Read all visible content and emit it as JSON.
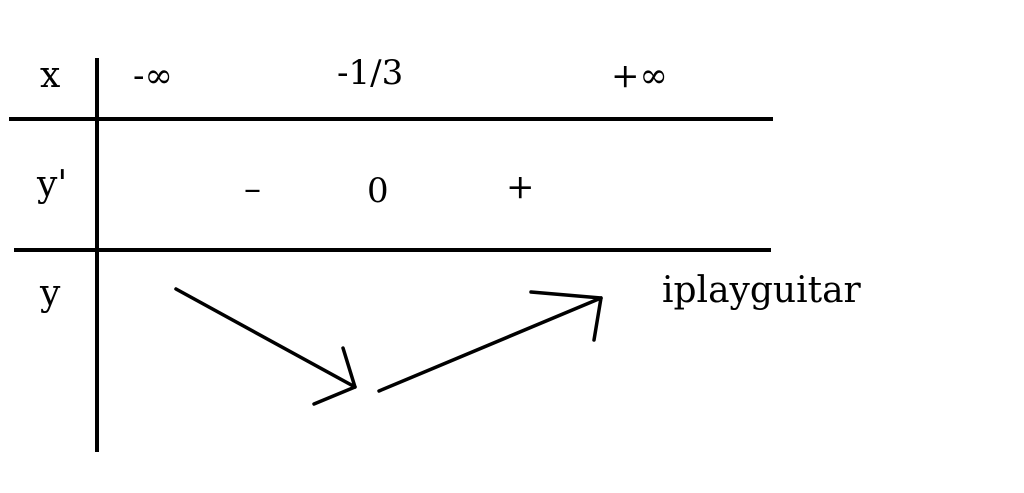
{
  "table": {
    "row_labels": {
      "x": "x",
      "y_prime": "y'",
      "y": "y"
    },
    "x_values": {
      "left": "-∞",
      "critical": "-1/3",
      "right": "+∞"
    },
    "derivative_signs": {
      "left": "–",
      "critical": "0",
      "right": "+"
    },
    "y_row": {
      "note": "iplayguitar"
    },
    "variation": [
      "decreasing",
      "increasing"
    ]
  },
  "colors": {
    "ink": "#000000",
    "background": "#ffffff"
  }
}
